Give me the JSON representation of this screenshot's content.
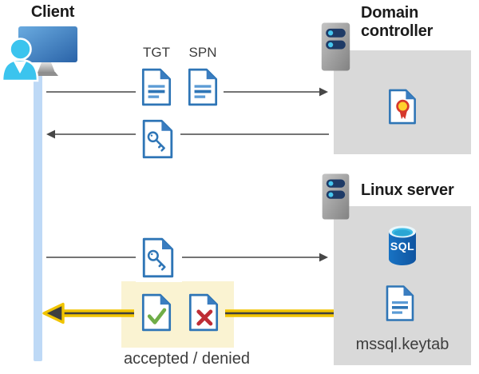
{
  "nodes": {
    "client": {
      "label": "Client"
    },
    "domain_controller": {
      "label": "Domain controller"
    },
    "linux_server": {
      "label": "Linux server",
      "sql_badge": "SQL",
      "keytab_file": "mssql.keytab"
    }
  },
  "tickets": {
    "tgt": "TGT",
    "spn": "SPN"
  },
  "result": {
    "label": "accepted / denied"
  },
  "icons": {
    "client": "user-at-monitor-icon",
    "domain_controller": "server-icon",
    "linux_server": "server-icon",
    "tgt": "document-icon",
    "spn": "document-icon",
    "service_ticket": "key-document-icon",
    "certificate": "certificate-document-icon",
    "sql": "sql-database-cylinder-icon",
    "keytab": "document-icon",
    "accepted": "check-document-icon",
    "denied": "x-document-icon"
  },
  "colors": {
    "doc_border_blue": "#2e75b6",
    "doc_line_blue": "#5b9bd5",
    "panel_gray": "#d9d9d9",
    "lifeline_blue": "#bed9f6",
    "arrow_gray": "#474747",
    "highlight_box_fill": "#faf3d2",
    "highlight_arrow_yellow": "#f1c400",
    "check_green": "#6fad47",
    "denied_red": "#be2d35",
    "sql_blue": "#1873c4",
    "sql_top_cyan": "#3fbde6",
    "cert_yellow": "#ffd02e",
    "cert_red": "#d6382c",
    "server_slot_navy": "#1e3a66",
    "server_dot_cyan": "#46c6ef",
    "person_cyan": "#3bc4ee"
  }
}
